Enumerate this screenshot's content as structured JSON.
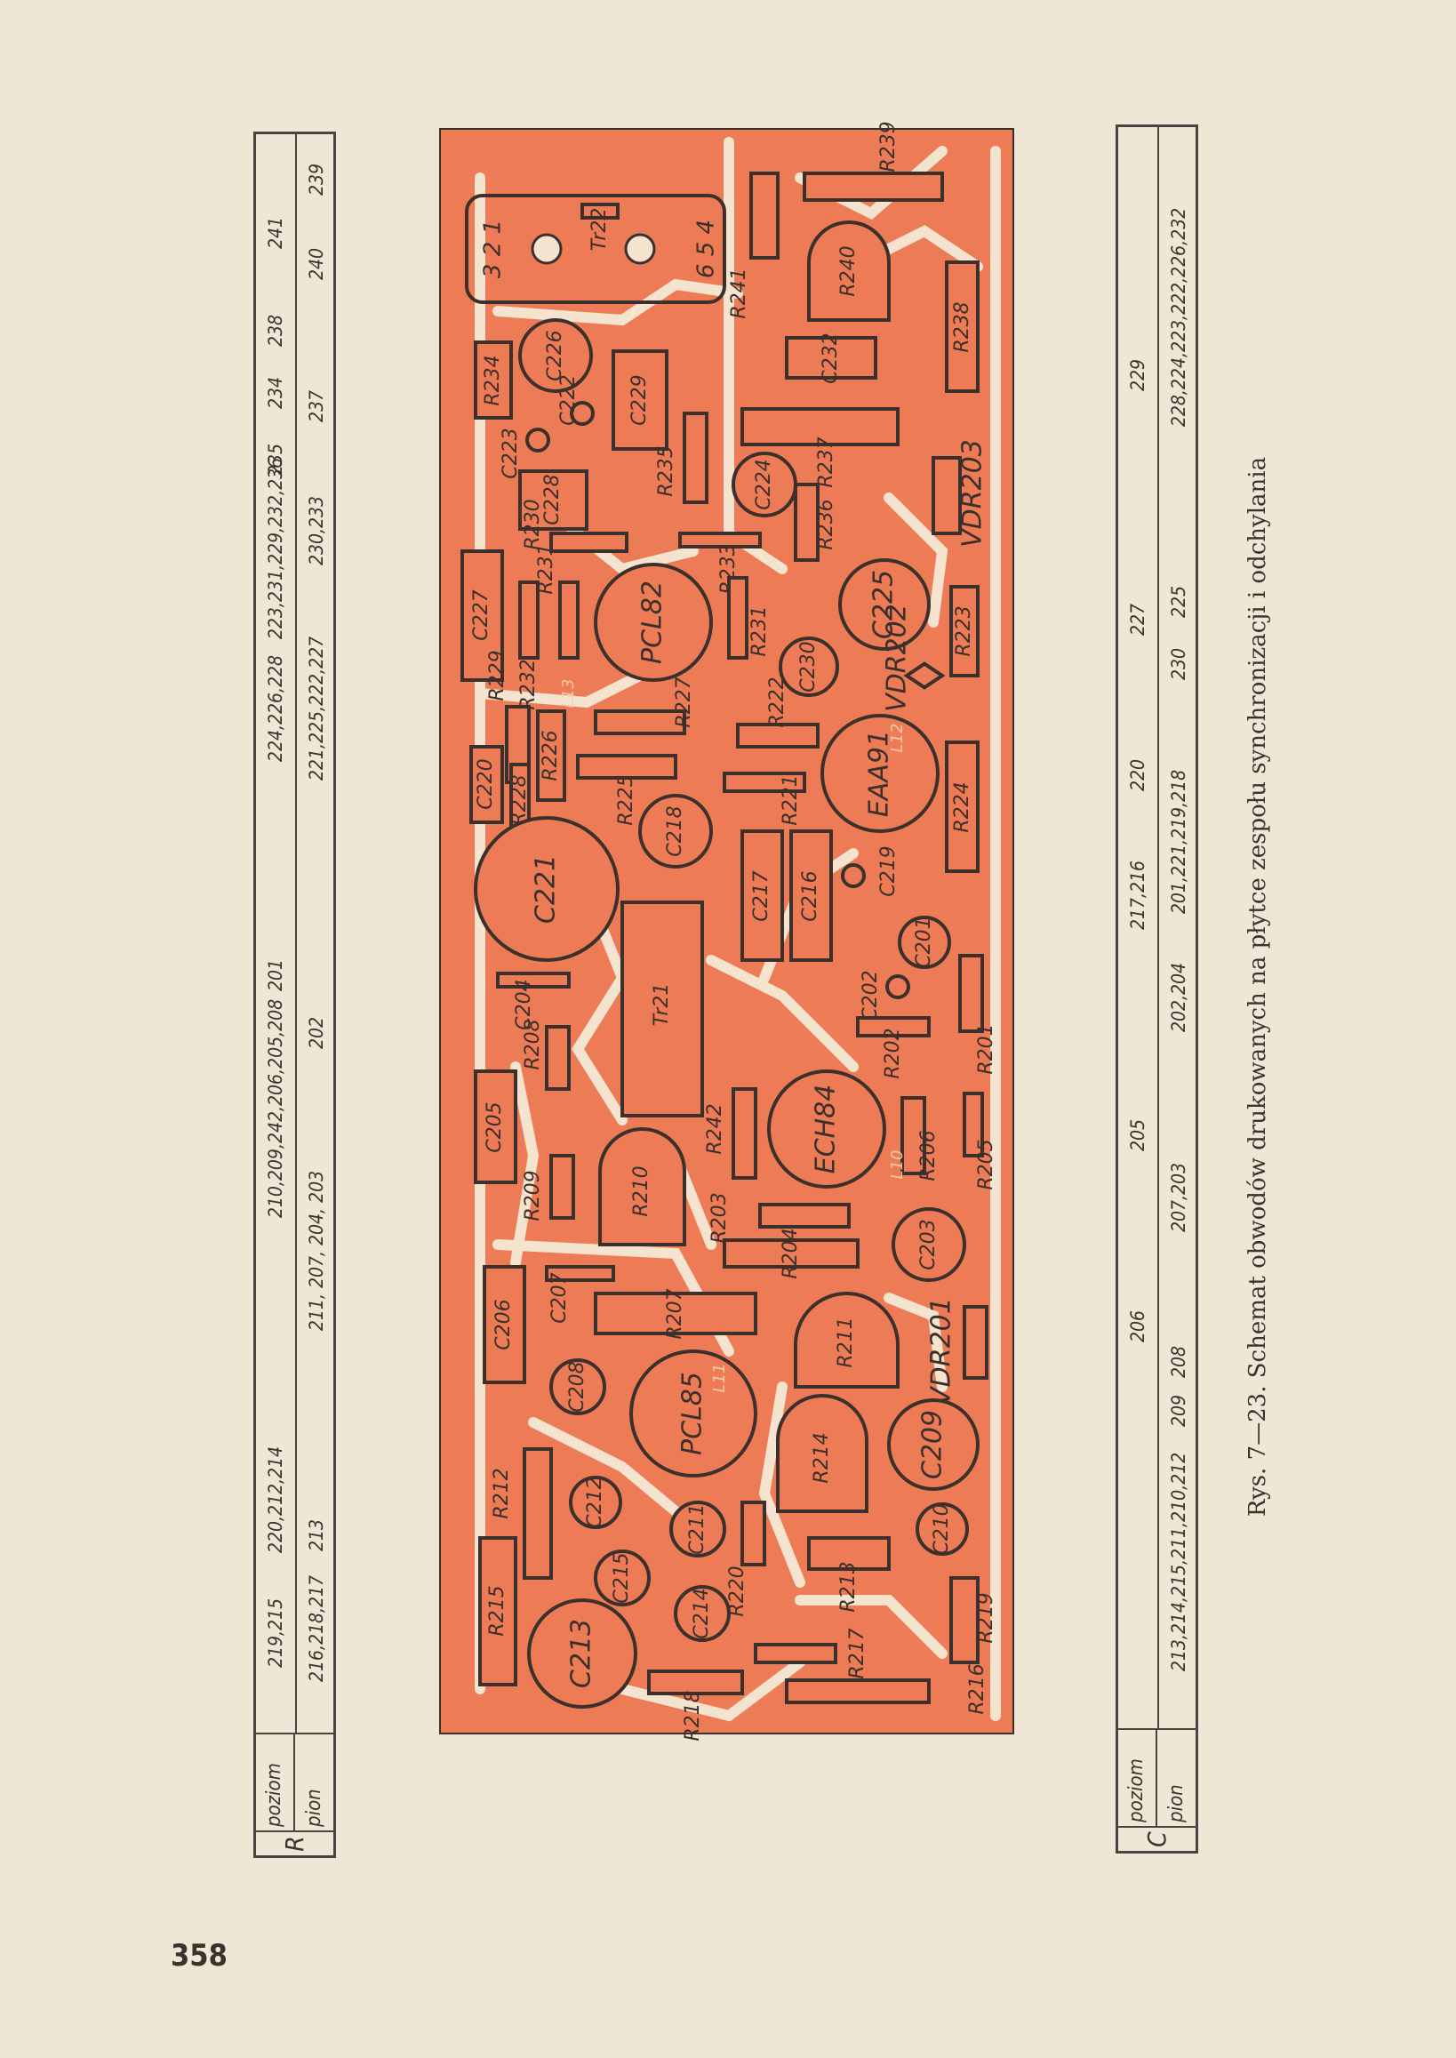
{
  "page_number": "358",
  "caption": "Rys. 7—23. Schemat obwodów drukowanych na płytce zespołu synchronizacji i odchylania",
  "colors": {
    "board": "#ec7b56",
    "ink": "#3b302b",
    "trace": "#f3e3cf",
    "paper": "#efe6d5"
  },
  "resistor_table": {
    "symbol": "R",
    "row_labels": [
      "poziom",
      "pion"
    ],
    "poziom": [
      "219,215",
      "220,212,214",
      "210,209,242,206,205,208",
      "201",
      "224,226,228",
      "223,231,229,232,236",
      "235",
      "234",
      "238",
      "241"
    ],
    "pion": [
      "216,218,217",
      "213",
      "211, 207, 204, 203",
      "202",
      "221,225,222,227",
      "230,233",
      "237",
      "240",
      "239"
    ]
  },
  "capacitor_table": {
    "symbol": "C",
    "row_labels": [
      "poziom",
      "pion"
    ],
    "poziom": [
      "206",
      "205",
      "217,216",
      "220",
      "227",
      "229"
    ],
    "pion": [
      "213,214,215,211,210,212",
      "209",
      "208",
      "207,203",
      "202,204",
      "201,221,219,218",
      "230",
      "225",
      "228,224,223,222,226,232"
    ]
  },
  "pcb": {
    "connector_pins_top": "3 2 1",
    "connector_pins_bottom": "6 5 4",
    "components": [
      "R239",
      "Tr22",
      "R241",
      "R240",
      "R238",
      "C232",
      "R234",
      "C226",
      "C229",
      "C222",
      "C223",
      "R235",
      "R237",
      "C228",
      "C224",
      "R236",
      "VDR203",
      "R230",
      "R233",
      "C227",
      "R232",
      "R231",
      "PCL82",
      "R231",
      "C225",
      "C230",
      "R223",
      "VDR202",
      "R229",
      "R226",
      "R227",
      "R222",
      "EAA91",
      "C220",
      "R228",
      "R225",
      "R221",
      "R224",
      "C221",
      "C218",
      "C217",
      "C216",
      "C219",
      "Tr21",
      "C201",
      "C204",
      "C202",
      "R202",
      "R201",
      "R208",
      "C205",
      "R242",
      "ECH84",
      "R206",
      "R205",
      "R210",
      "R209",
      "R203",
      "R204",
      "C203",
      "C206",
      "C207",
      "R207",
      "R211",
      "VDR201",
      "C208",
      "PCL85",
      "R214",
      "C209",
      "R212",
      "C212",
      "C211",
      "R220",
      "C210",
      "R213",
      "R215",
      "C215",
      "C214",
      "R219",
      "C213",
      "R217",
      "R218",
      "R216"
    ],
    "coil_labels": [
      "L13",
      "L12",
      "L10",
      "L11"
    ]
  }
}
